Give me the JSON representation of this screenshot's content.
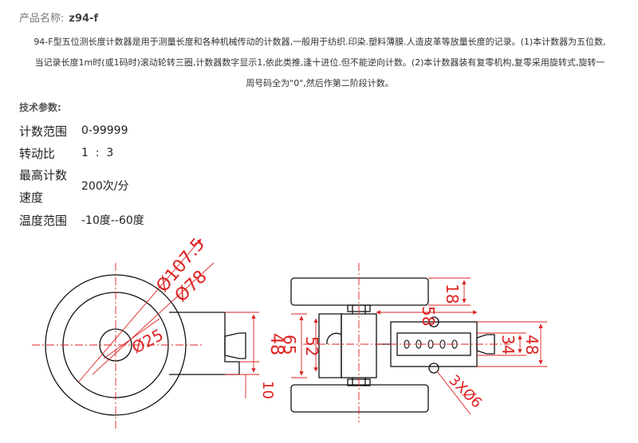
{
  "product": {
    "label": "产品名称:",
    "model": "z94-f"
  },
  "description": {
    "lines": [
      "94-F型五位测长度计数器是用于测量长度和各种机械传动的计数器,一般用于纺织.印染.塑料薄膜.人造皮革等放量长度的记录。(1)本计数器为五位数,",
      "当记录长度1m时(或1码时)滚动轮转三圈,计数器数字显示1,依此类推,逢十进位.但不能逆向计数。(2)本计数器装有复零机构,复零采用旋转式,旋转一",
      "周号码全为\"0\",然后作第二阶段计数。"
    ]
  },
  "tech_params": {
    "title": "技术参数:",
    "rows": [
      {
        "label": "计数范围",
        "value": "0-99999"
      },
      {
        "label": "转动比",
        "value": "1  :  3"
      },
      {
        "label": "最高计数速度",
        "value": "200次/分"
      },
      {
        "label": "温度范围",
        "value": "-10度--60度"
      }
    ]
  },
  "drawing": {
    "dims": {
      "d_outer": "Ø107.5",
      "d_mid": "Ø78",
      "d_hub": "Ø25",
      "h48_left": "48",
      "h10": "10",
      "h65": "65",
      "h52": "52",
      "w18": "18",
      "w58": "58",
      "h34": "34",
      "h48_right": "48",
      "holes": "3XØ6"
    },
    "colors": {
      "outline": "#111111",
      "dimension": "#dd2222"
    }
  }
}
